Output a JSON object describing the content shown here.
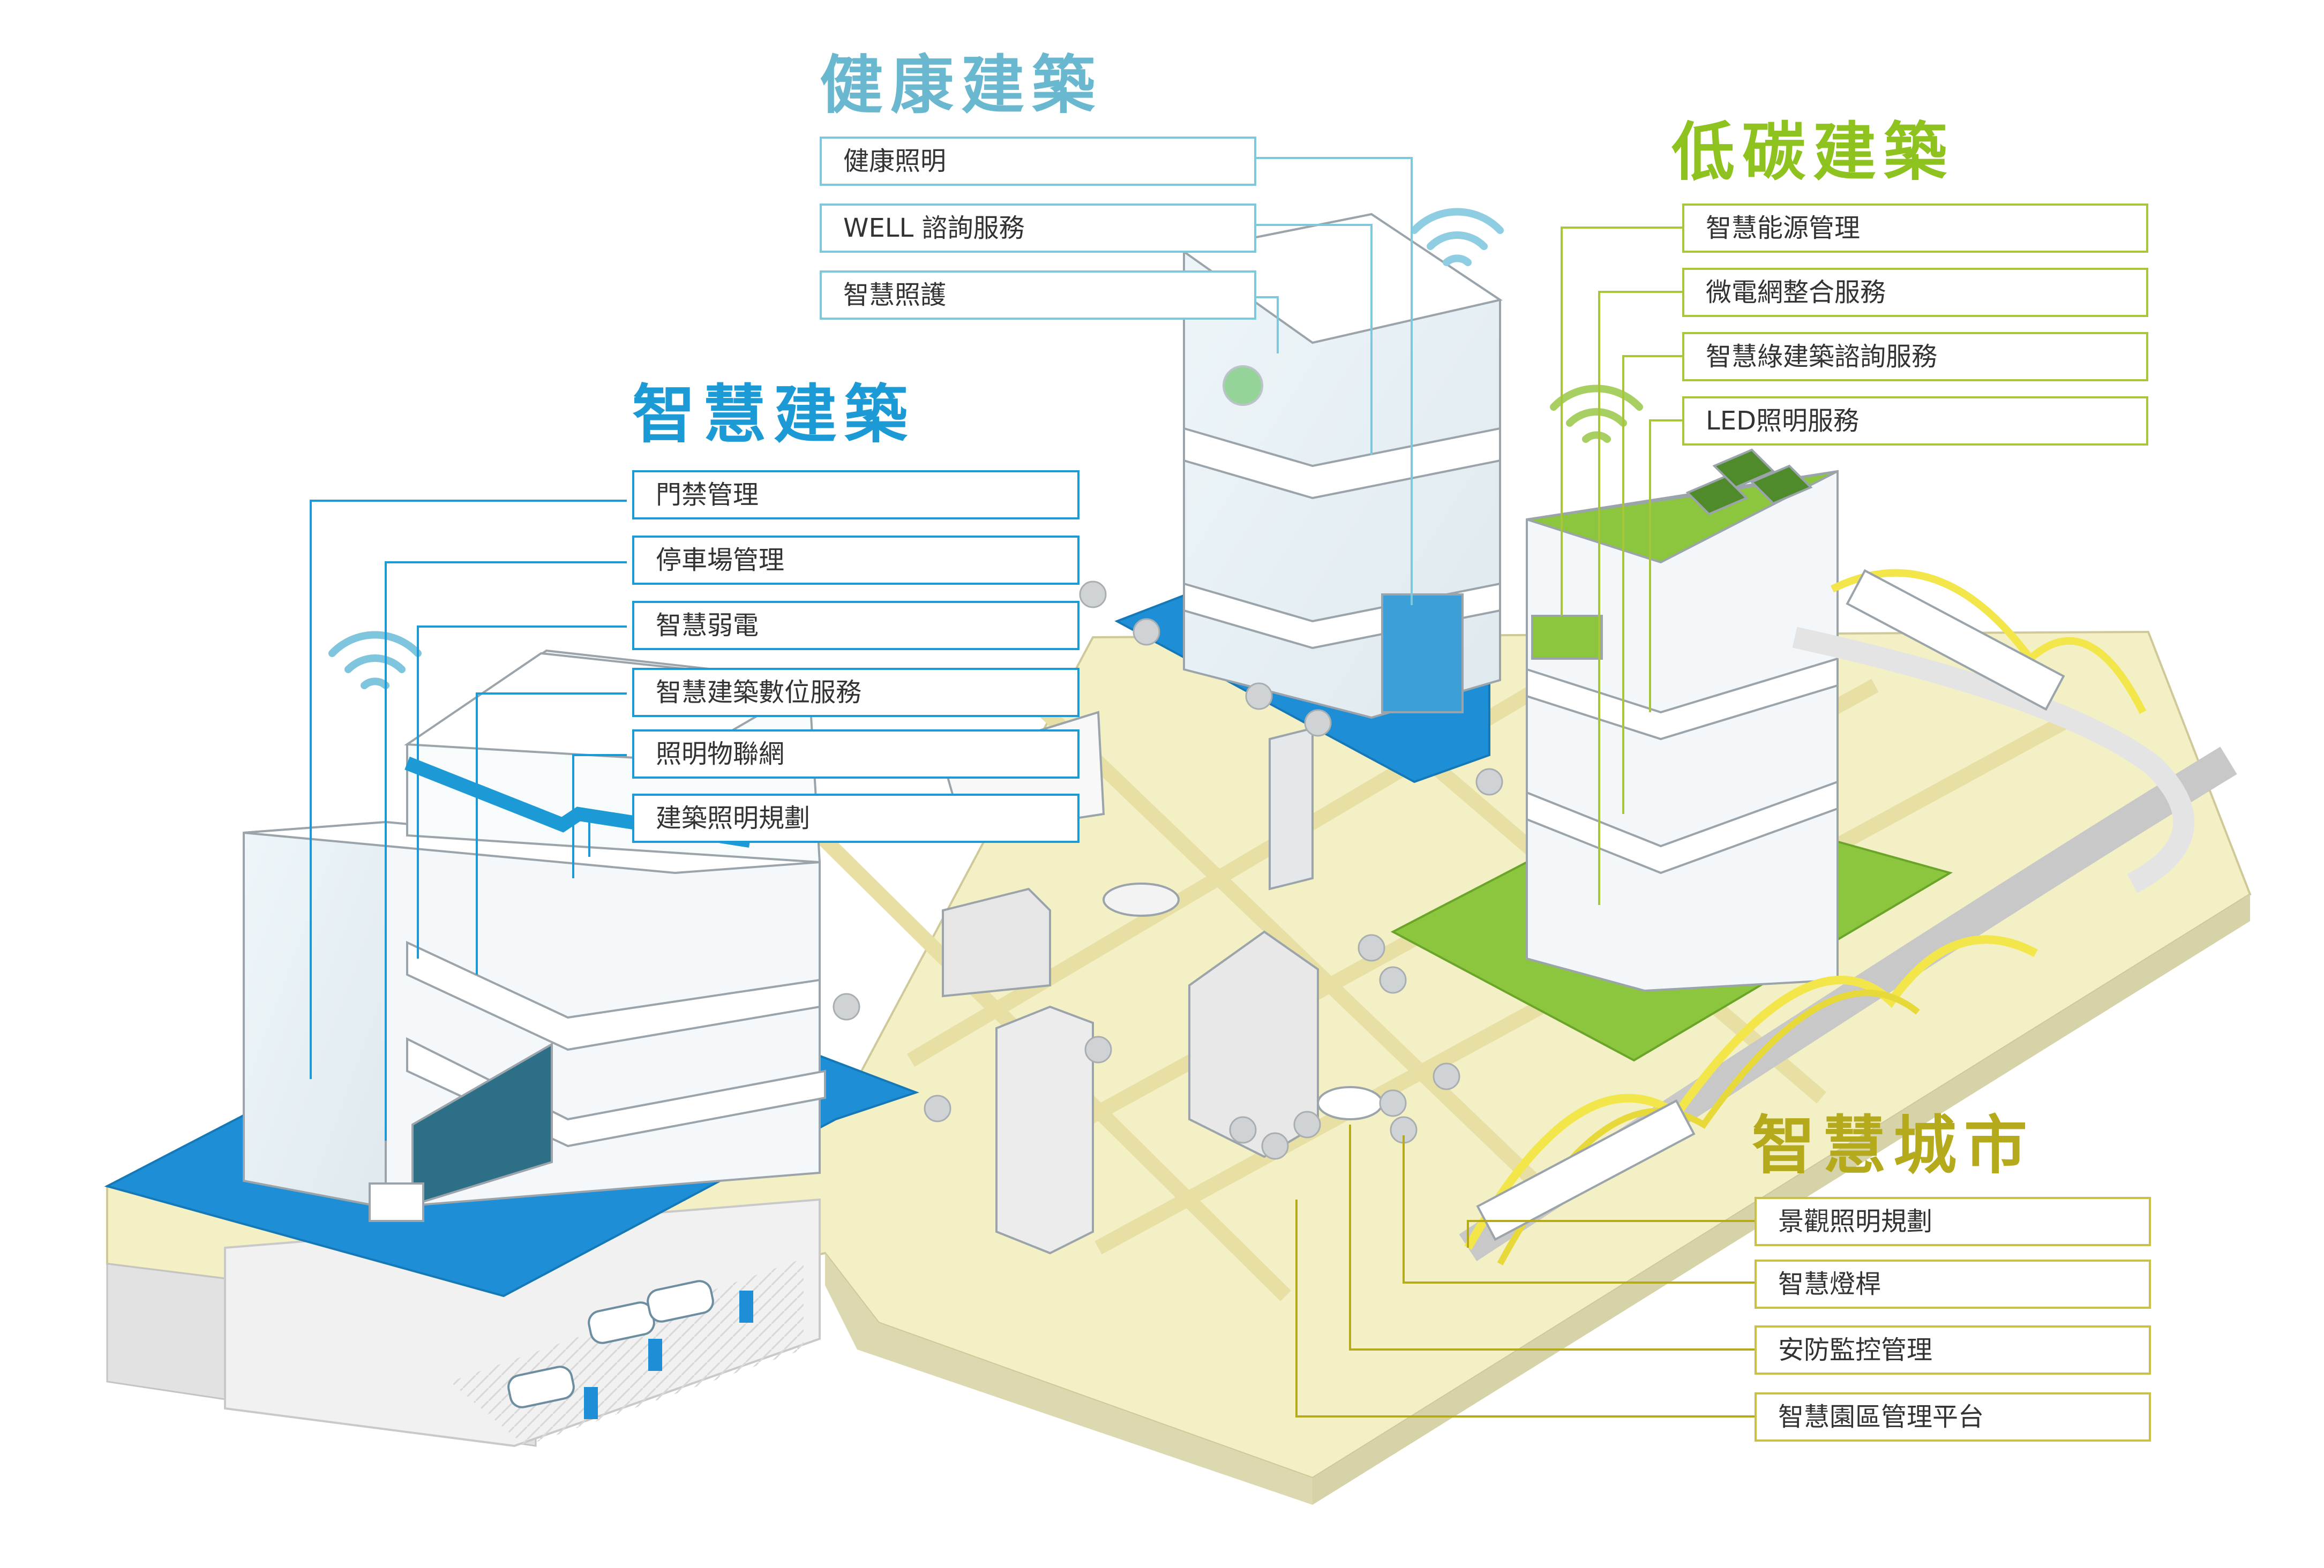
{
  "colors": {
    "smart": "#1c9ad6",
    "health": "#6ab8cf",
    "lowcarbon": "#8dc21f",
    "city": "#b5aa1c",
    "ground": "#f4f0c6",
    "water": "#1e8fd6",
    "lawn": "#8cc63f",
    "bridge": "#f2e64a"
  },
  "groups": {
    "smart_building": {
      "title": "智慧建築",
      "items": [
        "門禁管理",
        "停車場管理",
        "智慧弱電",
        "智慧建築數位服務",
        "照明物聯網",
        "建築照明規劃"
      ]
    },
    "healthy_building": {
      "title": "健康建築",
      "items": [
        "健康照明",
        "WELL 諮詢服務",
        "智慧照護"
      ]
    },
    "low_carbon_building": {
      "title": "低碳建築",
      "items": [
        "智慧能源管理",
        "微電網整合服務",
        "智慧綠建築諮詢服務",
        "LED照明服務"
      ]
    },
    "smart_city": {
      "title": "智慧城市",
      "items": [
        "景觀照明規劃",
        "智慧燈桿",
        "安防監控管理",
        "智慧園區管理平台"
      ]
    }
  }
}
